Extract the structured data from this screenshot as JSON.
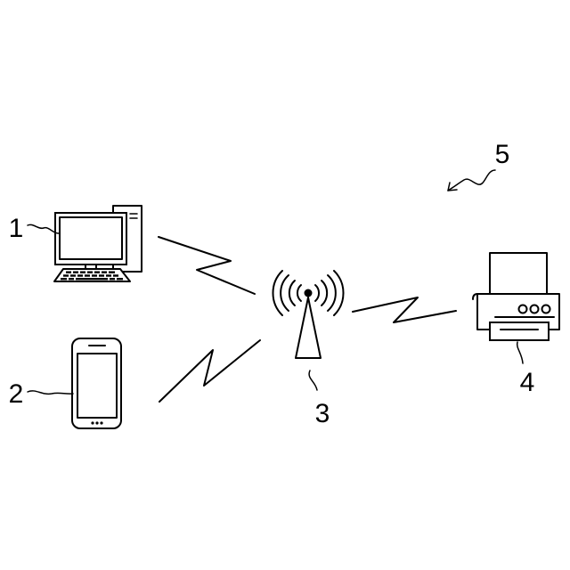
{
  "labels": {
    "computer": "1",
    "smartphone": "2",
    "access_point": "3",
    "printer": "4",
    "system": "5"
  },
  "colors": {
    "line": "#000000",
    "background": "#ffffff"
  },
  "icons": [
    "desktop-computer-icon",
    "smartphone-icon",
    "antenna-tower-icon",
    "printer-icon"
  ]
}
